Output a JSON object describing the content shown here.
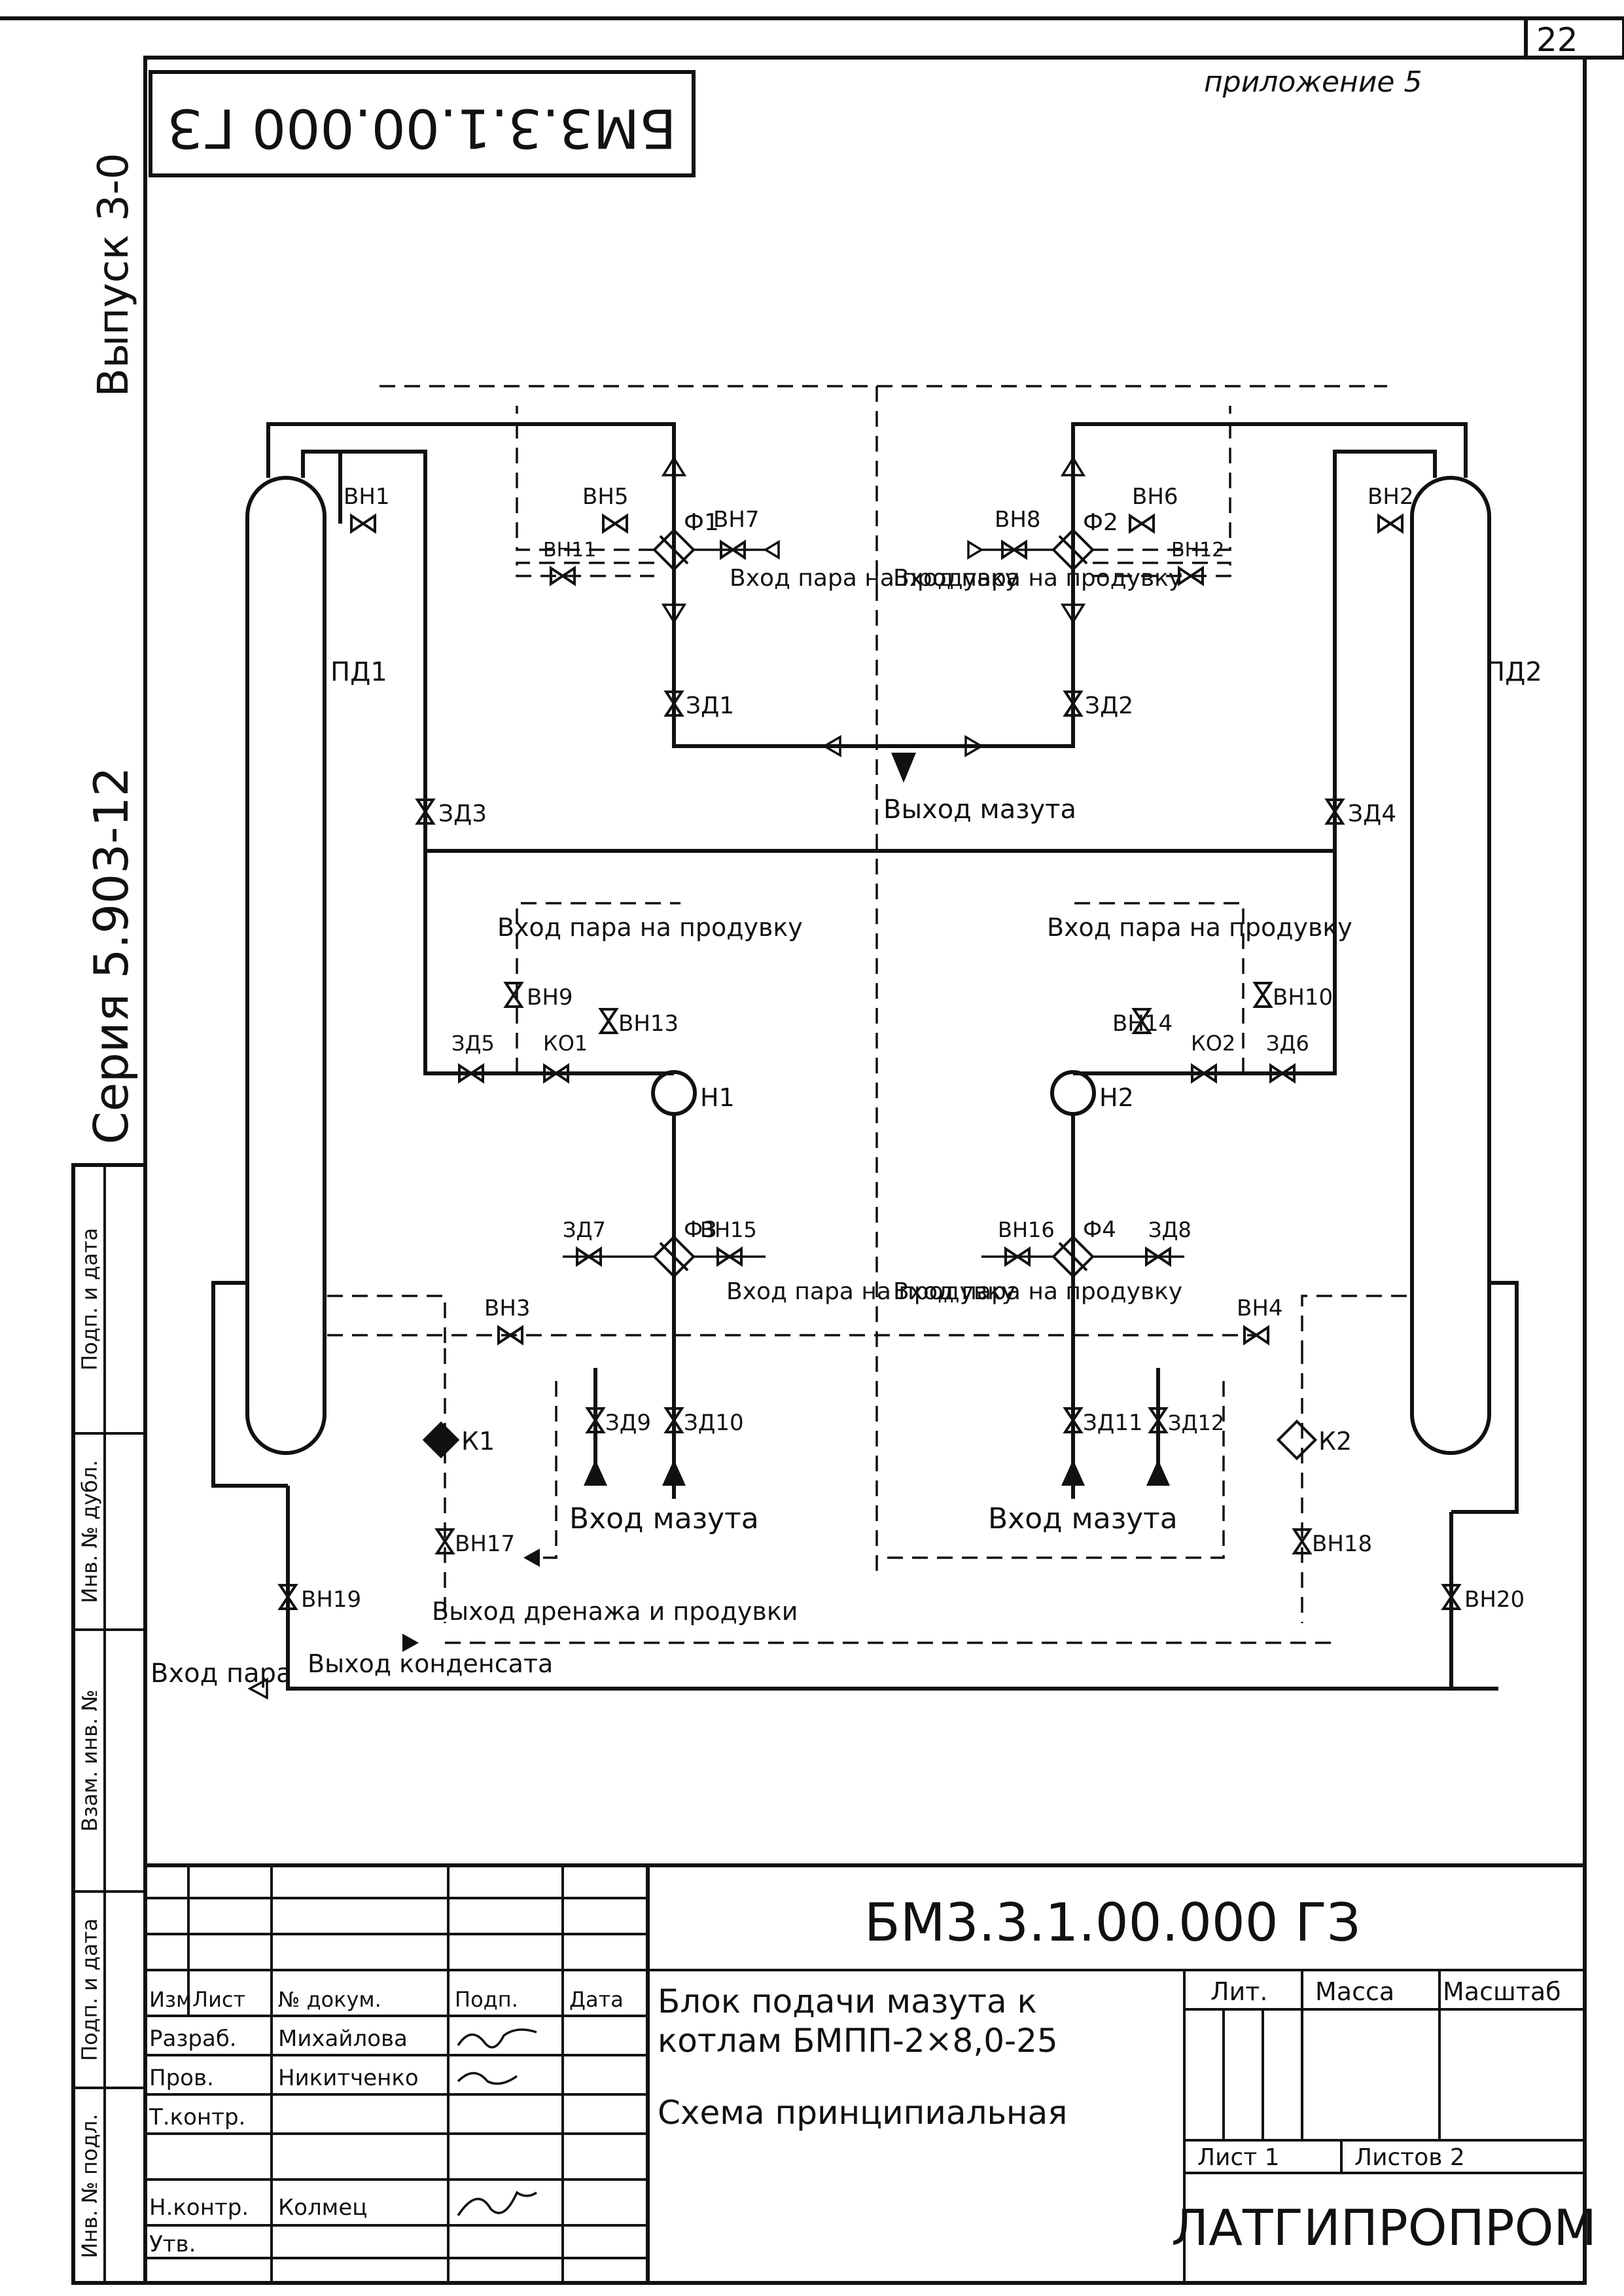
{
  "sheet": {
    "page_number": "22",
    "appendix": "приложение 5",
    "stamp_code": "БМ3.3.1.00.000 ГЗ",
    "side_issue": "Выпуск 3-0",
    "side_series": "Серия 5.903-12"
  },
  "side_stamp_labels": [
    "Инв. № подл.",
    "Подп. и дата",
    "Взам. инв. №",
    "Инв. № дубл.",
    "Подп. и дата"
  ],
  "diagram": {
    "equipment": {
      "pd1": "ПД1",
      "pd2": "ПД2",
      "h1": "Н1",
      "h2": "Н2",
      "k1": "К1",
      "k2": "К2",
      "ko1": "КО1",
      "ko2": "КО2",
      "f1": "Ф1",
      "f2": "Ф2",
      "f3": "Ф3",
      "f4": "Ф4"
    },
    "valves": {
      "vn1": "ВН1",
      "vn2": "ВН2",
      "vn3": "ВН3",
      "vn4": "ВН4",
      "vn5": "ВН5",
      "vn6": "ВН6",
      "vn7": "ВН7",
      "vn8": "ВН8",
      "vn9": "ВН9",
      "vn10": "ВН10",
      "vn11": "ВН11",
      "vn12": "ВН12",
      "vn13": "ВН13",
      "vn14": "ВН14",
      "vn15": "ВН15",
      "vn16": "ВН16",
      "vn17": "ВН17",
      "vn18": "ВН18",
      "vn19": "ВН19",
      "vn20": "ВН20",
      "zd1": "ЗД1",
      "zd2": "ЗД2",
      "zd3": "ЗД3",
      "zd4": "ЗД4",
      "zd5": "ЗД5",
      "zd6": "ЗД6",
      "zd7": "ЗД7",
      "zd8": "ЗД8",
      "zd9": "ЗД9",
      "zd10": "ЗД10",
      "zd11": "ЗД11",
      "zd12": "ЗД12"
    },
    "labels": {
      "steam_in_1": "Вход пара на продувку",
      "steam_in_2": "Вход пара на продувку",
      "steam_in_3": "Вход пара на продувку",
      "steam_in_4": "Вход пара на продувку",
      "steam_in_5": "Вход пара на продувку",
      "steam_in_6": "Вход пара на продувку",
      "mazut_out": "Выход мазута",
      "mazut_in_1": "Вход мазута",
      "mazut_in_2": "Вход мазута",
      "drain_out": "Выход дренажа и продувки",
      "condensate_out": "Выход конденсата",
      "steam_in": "Вход пара"
    }
  },
  "title_block": {
    "doc_code": "БМ3.3.1.00.000 ГЗ",
    "headers": {
      "izm": "Изм",
      "list": "Лист",
      "doc_no": "№ докум.",
      "sign": "Подп.",
      "date": "Дата"
    },
    "roles": [
      {
        "role": "Разраб.",
        "name": "Михайлова"
      },
      {
        "role": "Пров.",
        "name": "Никитченко"
      },
      {
        "role": "Т.контр.",
        "name": ""
      },
      {
        "role": "",
        "name": ""
      },
      {
        "role": "Н.контр.",
        "name": "Колмец"
      },
      {
        "role": "Утв.",
        "name": ""
      }
    ],
    "product_name": "Блок подачи мазута к котлам БМПП-2×8,0-25",
    "doc_name": "Схема принципиальная",
    "lit_label": "Лит.",
    "mass_label": "Масса",
    "scale_label": "Масштаб",
    "sheet_label": "Лист 1",
    "sheets_label": "Листов 2",
    "organization": "ЛАТГИПРОПРОМ"
  }
}
